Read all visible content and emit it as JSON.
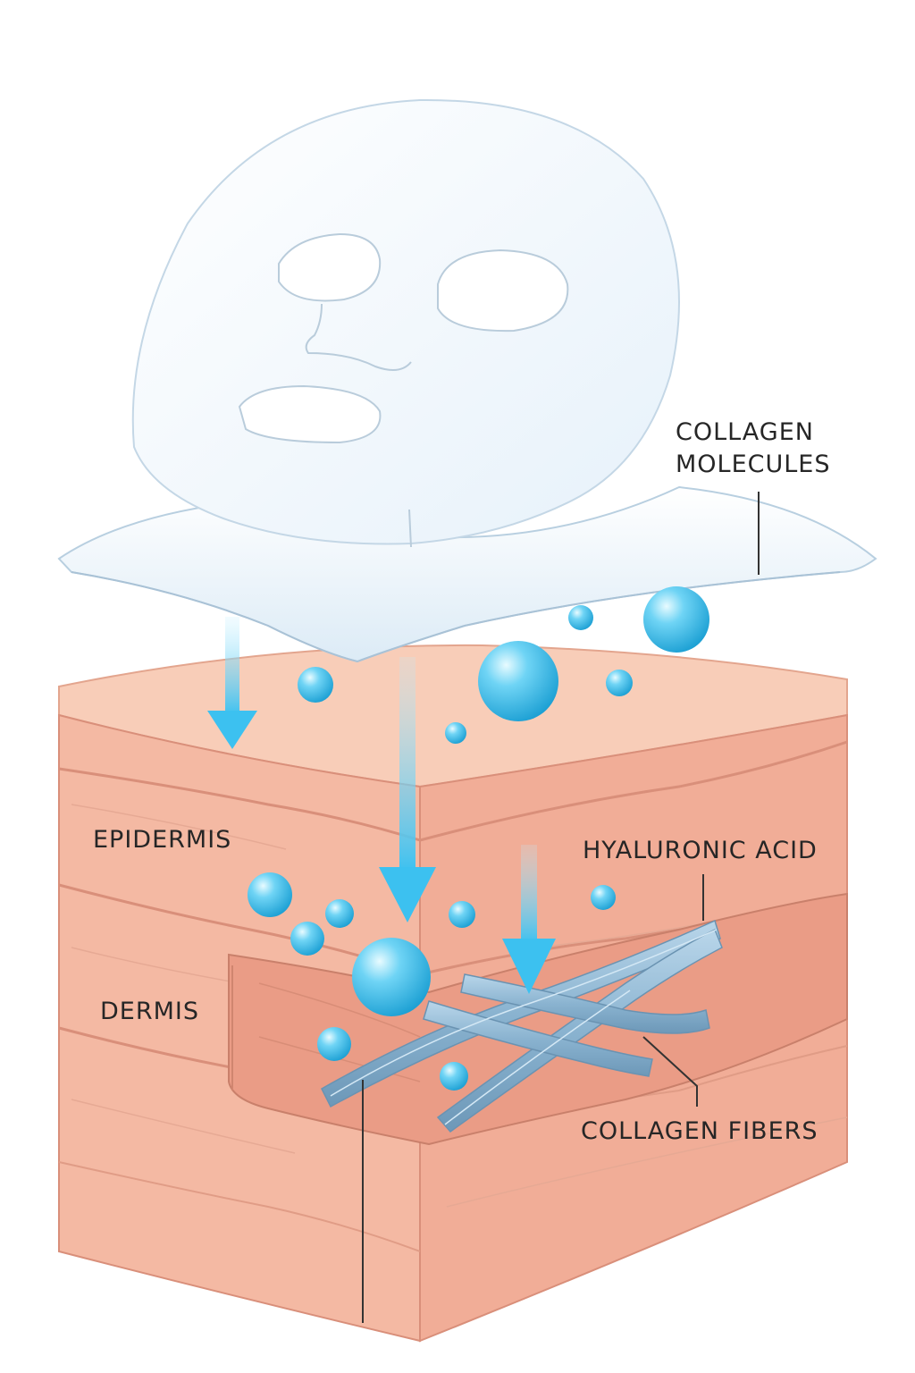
{
  "labels": {
    "collagen_molecules_line1": "COLLAGEN",
    "collagen_molecules_line2": "MOLECULES",
    "epidermis": "EPIDERMIS",
    "hyaluronic_acid": "HYALURONIC ACID",
    "dermis": "DERMIS",
    "collagen_fibers": "COLLAGEN FIBERS"
  },
  "colors": {
    "mask": "#f4f9fd",
    "mask_outline": "#c9dbe9",
    "skin_top": "#f7c7b2",
    "skin_epidermis": "#f3b6a0",
    "skin_dermis": "#f0a893",
    "skin_stroke": "#d98f7a",
    "molecule": "#35b8e8",
    "arrow": "#3cc1f0",
    "fiber": "#8fb8d4",
    "leader_line": "#333333"
  },
  "icons": {
    "mask": "sheet-mask-icon",
    "molecule": "molecule-sphere-icon",
    "arrow": "down-arrow-icon",
    "fiber": "collagen-fiber-icon"
  }
}
